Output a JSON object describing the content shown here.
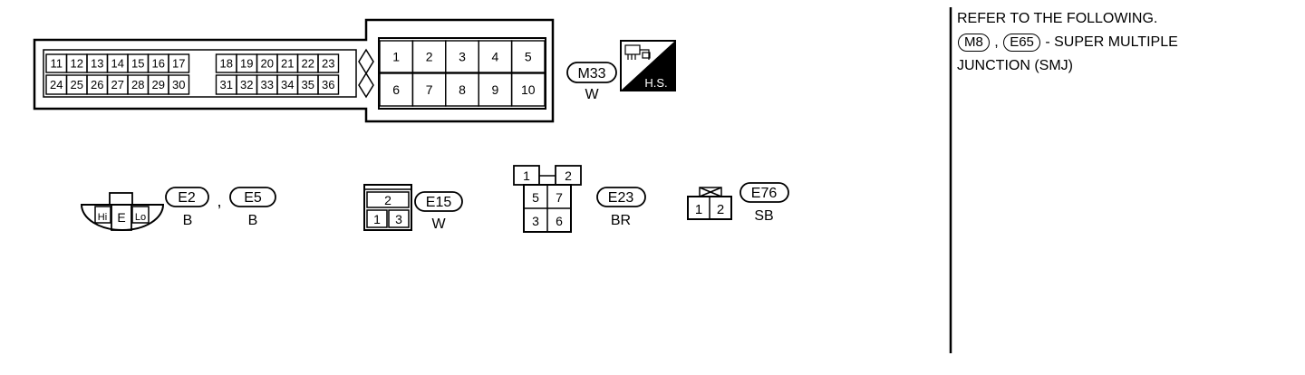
{
  "main_connector": {
    "left_pins_top": [
      "11",
      "12",
      "13",
      "14",
      "15",
      "16",
      "17",
      "18",
      "19",
      "20",
      "21",
      "22",
      "23"
    ],
    "left_pins_bottom": [
      "24",
      "25",
      "26",
      "27",
      "28",
      "29",
      "30",
      "31",
      "32",
      "33",
      "34",
      "35",
      "36"
    ],
    "right_pins_top": [
      "1",
      "2",
      "3",
      "4",
      "5"
    ],
    "right_pins_bottom": [
      "6",
      "7",
      "8",
      "9",
      "10"
    ],
    "id": "M33",
    "color": "W",
    "hs_label": "H.S."
  },
  "headlamp_connector": {
    "pins": [
      "Hi",
      "E",
      "Lo"
    ],
    "id_a": "E2",
    "separator": ",",
    "id_b": "E5",
    "color_a": "B",
    "color_b": "B"
  },
  "e15_connector": {
    "pins": [
      "2",
      "1",
      "3"
    ],
    "id": "E15",
    "color": "W"
  },
  "e23_connector": {
    "pins": [
      "1",
      "2",
      "5",
      "7",
      "3",
      "6"
    ],
    "id": "E23",
    "color": "BR"
  },
  "e76_connector": {
    "pins": [
      "1",
      "2"
    ],
    "id": "E76",
    "color": "SB"
  },
  "note": {
    "line1": "REFER TO THE FOLLOWING.",
    "ref_a": "M8",
    "sep": ",",
    "ref_b": "E65",
    "line2_rest": "- SUPER MULTIPLE",
    "line3": "JUNCTION (SMJ)"
  }
}
